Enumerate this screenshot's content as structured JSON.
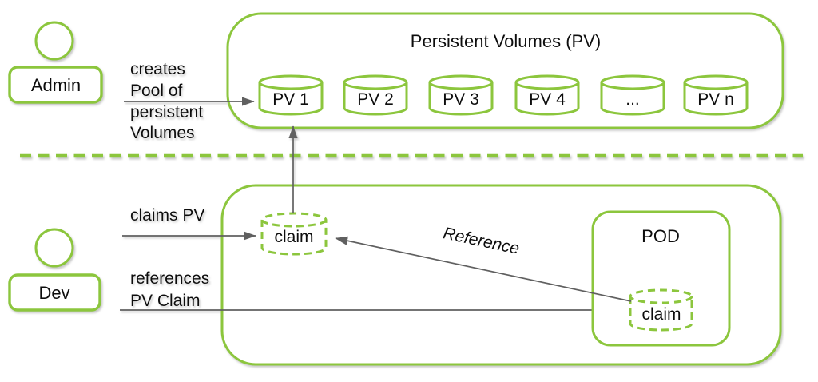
{
  "diagram": {
    "colors": {
      "green": "#8CC63E",
      "arrow_gray": "#606060",
      "text_black": "#111111",
      "background": "#ffffff"
    },
    "admin": {
      "label": "Admin"
    },
    "dev": {
      "label": "Dev"
    },
    "pv_pool": {
      "title": "Persistent Volumes (PV)",
      "volumes": [
        "PV 1",
        "PV 2",
        "PV 3",
        "PV 4",
        "...",
        "PV n"
      ]
    },
    "claim": {
      "label": "claim"
    },
    "pod": {
      "title": "POD",
      "claim_label": "claim"
    },
    "labels": {
      "creates_lines": [
        "creates",
        "Pool of",
        "persistent",
        "Volumes"
      ],
      "claims_pv": "claims PV",
      "references_lines": [
        "references",
        "PV Claim"
      ],
      "reference": "Reference"
    }
  }
}
